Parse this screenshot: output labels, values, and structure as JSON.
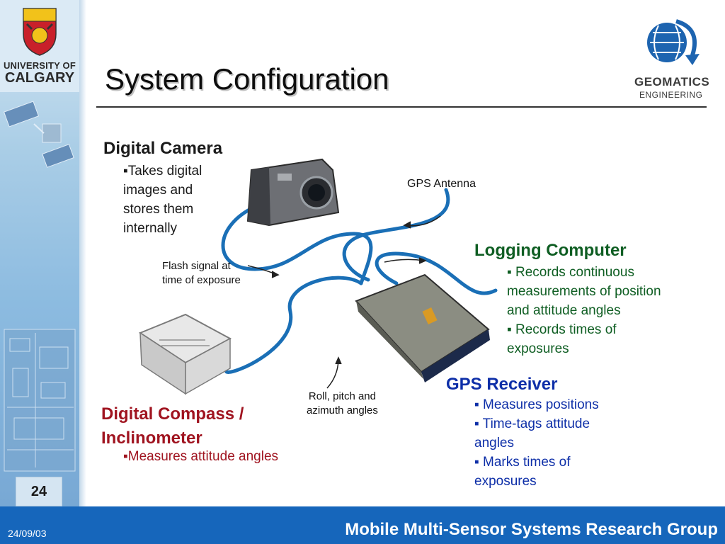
{
  "sidebar": {
    "logo_line1": "UNIVERSITY OF",
    "logo_line2": "CALGARY",
    "page_number": "24"
  },
  "header": {
    "title": "System Configuration",
    "geomatics_line1": "GEOMATICS",
    "geomatics_line2": "ENGINEERING"
  },
  "camera": {
    "heading": "Digital Camera",
    "lines": [
      "▪Takes digital",
      "images and",
      "stores them",
      "internally"
    ]
  },
  "antenna_label": "GPS Antenna",
  "flash_label": [
    "Flash signal at",
    "time of exposure"
  ],
  "logging": {
    "heading": "Logging Computer",
    "lines": [
      "▪ Records continuous",
      "measurements of position",
      "and attitude angles",
      "▪ Records times of",
      "exposures"
    ]
  },
  "roll_label": [
    "Roll, pitch and",
    "azimuth angles"
  ],
  "gps": {
    "heading": "GPS Receiver",
    "lines": [
      "▪ Measures positions",
      "▪ Time-tags attitude",
      "angles",
      "▪ Marks times of",
      "exposures"
    ]
  },
  "compass": {
    "heading_line1": "Digital Compass /",
    "heading_line2": "Inclinometer",
    "lines": [
      "▪Measures attitude angles"
    ]
  },
  "footer": {
    "date": "24/09/03",
    "group": "Mobile Multi-Sensor Systems Research Group"
  },
  "colors": {
    "footer_bg": "#1666bb",
    "green_text": "#0f5e23",
    "blue_text": "#0e2fa8",
    "red_text": "#a01420",
    "cable": "#1a6fb6"
  }
}
